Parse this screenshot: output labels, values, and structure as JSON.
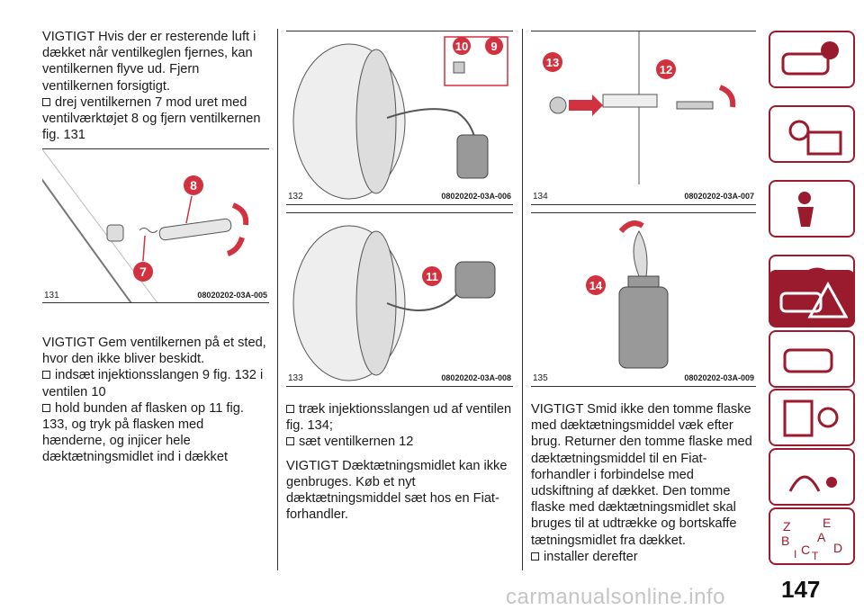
{
  "col1": {
    "para1": "VIGTIGT Hvis der er resterende luft i dækket når ventilkeglen fjernes, kan ventilkernen flyve ud. Fjern ventilkernen forsigtigt.",
    "bullet1": "drej ventilkernen 7 mod uret med ventilværktøjet 8 og fjern ventilkernen fig. 131",
    "fig": {
      "num": "131",
      "code": "08020202-03A-005"
    },
    "para2": "VIGTIGT Gem ventilkernen på et sted, hvor den ikke bliver beskidt.",
    "bullet2": "indsæt injektionsslangen 9 fig. 132 i ventilen 10",
    "bullet3": "hold bunden af flasken op 11 fig. 133, og tryk på flasken med hænderne, og injicer hele dæktætningsmidlet ind i dækket"
  },
  "col2": {
    "fig1": {
      "num": "132",
      "code": "08020202-03A-006"
    },
    "fig2": {
      "num": "133",
      "code": "08020202-03A-008"
    },
    "bullet1": "træk injektionsslangen ud af ventilen fig. 134;",
    "bullet2": "sæt ventilkernen 12",
    "para1": "VIGTIGT Dæktætningsmidlet kan ikke genbruges. Køb et nyt dæktætningsmiddel sæt hos en Fiat-forhandler."
  },
  "col3": {
    "fig1": {
      "num": "134",
      "code": "08020202-03A-007"
    },
    "fig2": {
      "num": "135",
      "code": "08020202-03A-009"
    },
    "para1": "VIGTIGT Smid ikke den tomme flaske med dæktætningsmiddel væk efter brug. Returner den tomme flaske med dæktætningsmiddel til en Fiat-forhandler i forbindelse med udskiftning af dækket. Den tomme flaske med dæktætningsmidlet skal bruges til at udtrække og bortskaffe tætningsmidlet fra dækket.",
    "bullet1": "installer derefter"
  },
  "callouts": {
    "c7": "7",
    "c8": "8",
    "c9": "9",
    "c10": "10",
    "c11": "11",
    "c12": "12",
    "c13": "13",
    "c14": "14"
  },
  "sidebar": {
    "tabs": [
      "car-info-icon",
      "warning-lights-icon",
      "safety-icon",
      "driving-icon",
      "emergency-icon",
      "maintenance-icon",
      "technical-data-icon",
      "multimedia-icon",
      "index-icon"
    ],
    "index_letters": [
      "Z",
      "E",
      "A",
      "B",
      "C",
      "D",
      "I",
      "T"
    ]
  },
  "page_number": "147",
  "watermark": "carmanualsonline.info",
  "colors": {
    "accent": "#9b1b2e",
    "callout": "#d2313f"
  }
}
